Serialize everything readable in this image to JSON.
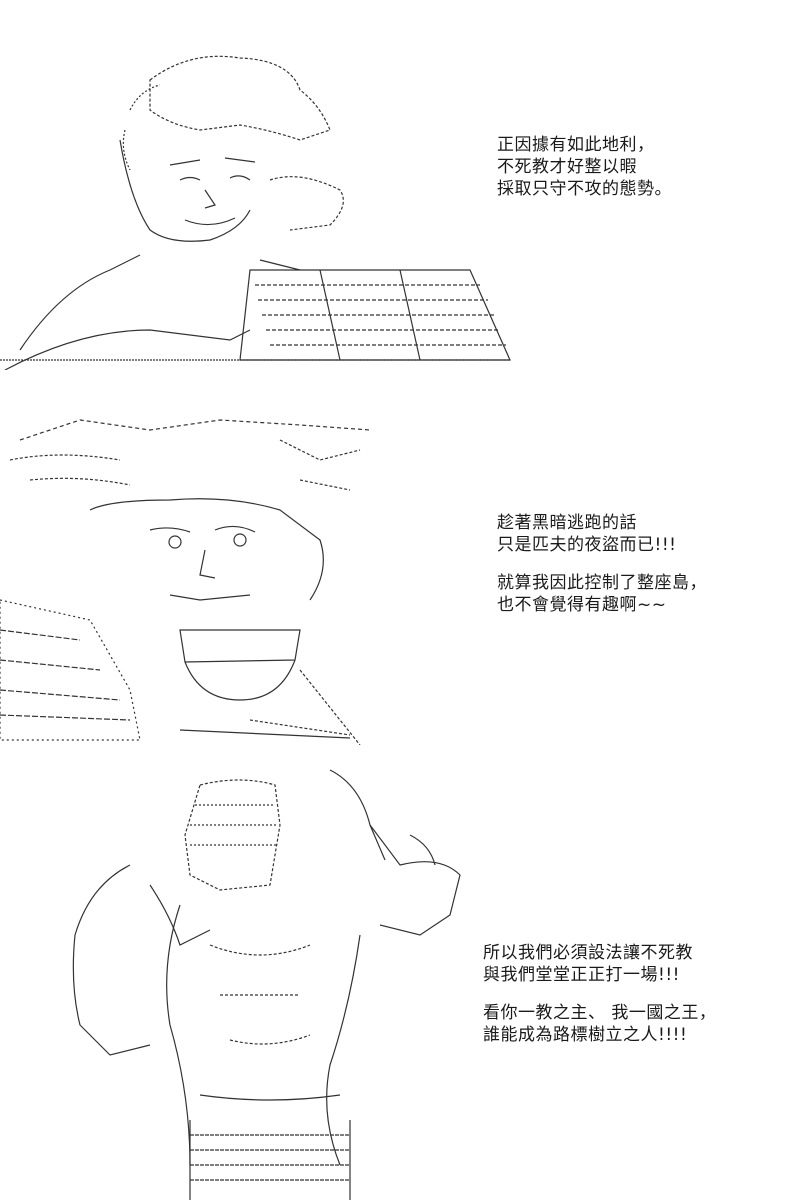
{
  "panels": [
    {
      "art_subject": "ascii-art-man-at-desk",
      "caption": [
        "正因據有如此地利，",
        "不死教才好整以暇",
        "採取只守不攻的態勢。"
      ]
    },
    {
      "art_subject": "ascii-art-man-with-hat",
      "caption_a": [
        "趁著黑暗逃跑的話",
        "只是匹夫的夜盜而已!!!"
      ],
      "caption_b": [
        "就算我因此控制了整座島，",
        "也不會覺得有趣啊~~"
      ]
    },
    {
      "art_subject": "ascii-art-flexing-man",
      "caption_a": [
        "所以我們必須設法讓不死教",
        "與我們堂堂正正打一場!!!"
      ],
      "caption_b": [
        "看你一教之主、 我一國之王，",
        "誰能成為路標樹立之人!!!!"
      ]
    }
  ]
}
